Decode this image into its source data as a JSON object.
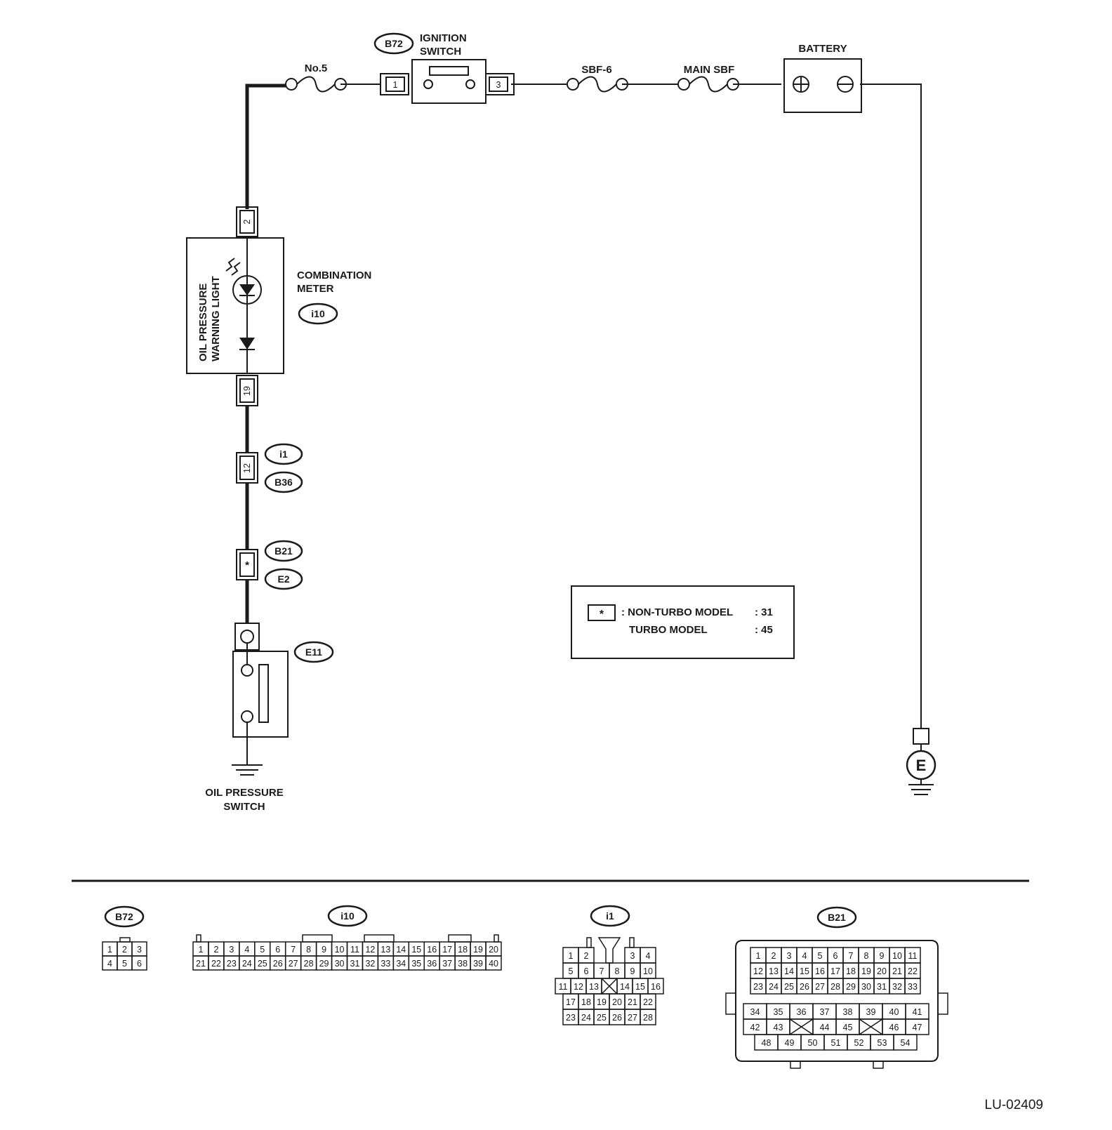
{
  "labels": {
    "fuse_no5": "No.5",
    "ignition_switch_line1": "IGNITION",
    "ignition_switch_line2": "SWITCH",
    "sbf6": "SBF-6",
    "main_sbf": "MAIN SBF",
    "battery": "BATTERY",
    "combination_meter_line1": "COMBINATION",
    "combination_meter_line2": "METER",
    "warning_light_line1": "OIL PRESSURE",
    "warning_light_line2": "WARNING LIGHT",
    "oil_switch_line1": "OIL PRESSURE",
    "oil_switch_line2": "SWITCH",
    "ground_mark": "E",
    "diagram_code": "LU-02409"
  },
  "connector_refs": {
    "b72": "B72",
    "i10": "i10",
    "i1": "i1",
    "b36": "B36",
    "b21": "B21",
    "e2": "E2",
    "e11": "E11"
  },
  "pins": {
    "ign_in": "1",
    "ign_out": "3",
    "meter_top": "2",
    "meter_bottom": "19",
    "i1_pin": "12",
    "b21_pin": "*"
  },
  "note": {
    "symbol": "*",
    "row1_label": ": NON-TURBO MODEL",
    "row1_value": ": 31",
    "row2_label": "TURBO MODEL",
    "row2_value": ": 45"
  },
  "connector_faces": {
    "b72": {
      "ref": "B72",
      "rows": [
        [
          "1",
          "2",
          "3"
        ],
        [
          "4",
          "5",
          "6"
        ]
      ]
    },
    "i10": {
      "ref": "i10",
      "rows": [
        [
          "1",
          "2",
          "3",
          "4",
          "5",
          "6",
          "7",
          "8",
          "9",
          "10",
          "11",
          "12",
          "13",
          "14",
          "15",
          "16",
          "17",
          "18",
          "19",
          "20"
        ],
        [
          "21",
          "22",
          "23",
          "24",
          "25",
          "26",
          "27",
          "28",
          "29",
          "30",
          "31",
          "32",
          "33",
          "34",
          "35",
          "36",
          "37",
          "38",
          "39",
          "40"
        ]
      ]
    },
    "i1": {
      "ref": "i1",
      "rows": [
        [
          "1",
          "2",
          "",
          "",
          "3",
          "4"
        ],
        [
          "5",
          "6",
          "7",
          "8",
          "9",
          "10"
        ],
        [
          "11",
          "12",
          "13",
          "X",
          "14",
          "15",
          "16"
        ],
        [
          "17",
          "18",
          "19",
          "20",
          "21",
          "22"
        ],
        [
          "23",
          "24",
          "25",
          "26",
          "27",
          "28"
        ]
      ]
    },
    "b21": {
      "ref": "B21",
      "rows": [
        [
          "1",
          "2",
          "3",
          "4",
          "5",
          "6",
          "7",
          "8",
          "9",
          "10",
          "11"
        ],
        [
          "12",
          "13",
          "14",
          "15",
          "16",
          "17",
          "18",
          "19",
          "20",
          "21",
          "22"
        ],
        [
          "23",
          "24",
          "25",
          "26",
          "27",
          "28",
          "29",
          "30",
          "31",
          "32",
          "33"
        ],
        [
          "34",
          "35",
          "36",
          "37",
          "38",
          "39",
          "40",
          "41"
        ],
        [
          "42",
          "43",
          "X",
          "44",
          "45",
          "X",
          "46",
          "47"
        ],
        [
          "48",
          "49",
          "50",
          "51",
          "52",
          "53",
          "54"
        ]
      ]
    }
  }
}
